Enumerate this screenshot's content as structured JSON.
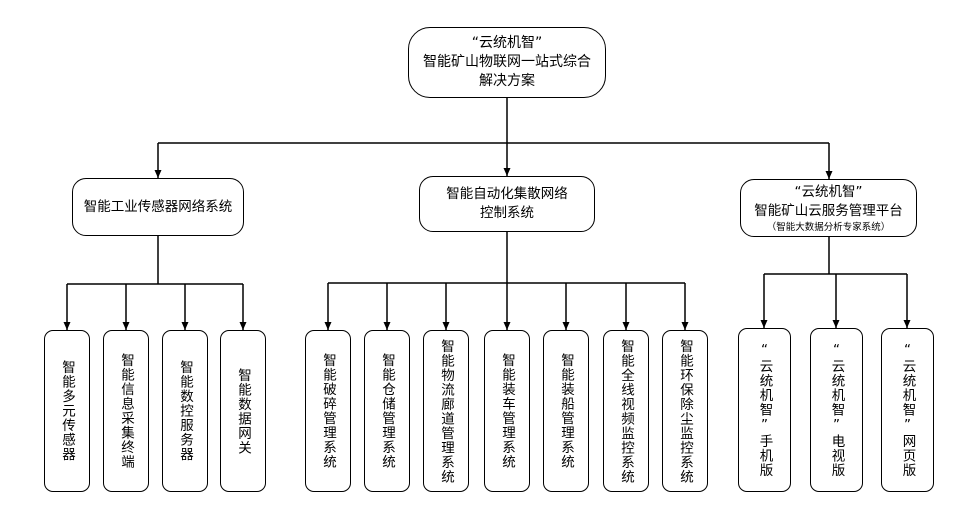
{
  "root": {
    "line1": "“云统机智”",
    "line2": "智能矿山物联网一站式综合",
    "line3": "解决方案"
  },
  "groups": [
    {
      "lines": [
        "智能工业传感器网络系统"
      ],
      "children": [
        "智能多元传感器",
        "智能信息采集终端",
        "智能数控服务器",
        "智能数据网关"
      ]
    },
    {
      "lines": [
        "智能自动化集散网络",
        "控制系统"
      ],
      "children": [
        "智能破碎管理系统",
        "智能仓储管理系统",
        "智能物流廊道管理系统",
        "智能装车管理系统",
        "智能装船管理系统",
        "智能全线视频监控系统",
        "智能环保除尘监控系统"
      ]
    },
    {
      "lines": [
        "“云统机智”",
        "智能矿山云服务管理平台"
      ],
      "sub": "（智能大数据分析专家系统）",
      "children": [
        "“云统机智”手机版",
        "“云统机智”电视版",
        "“云统机智”网页版"
      ]
    }
  ]
}
